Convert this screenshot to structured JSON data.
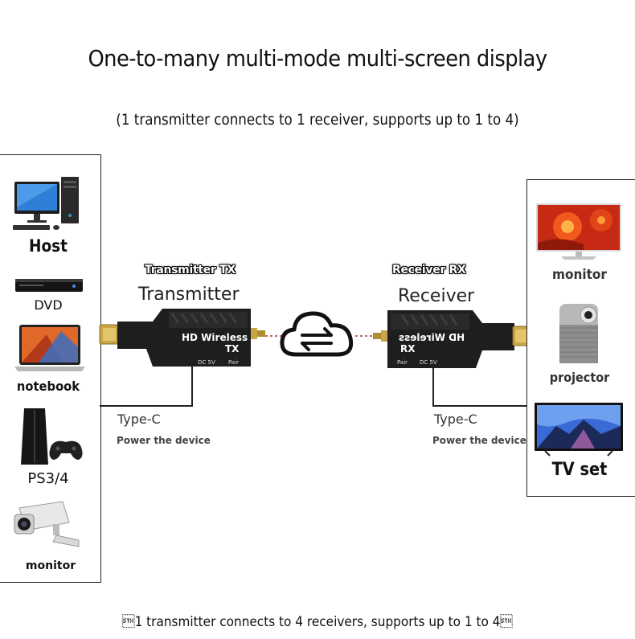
{
  "header": {
    "title": "One-to-many multi-mode multi-screen display",
    "subtitle": "(1 transmitter connects to 1 receiver, supports up to 1 to 4)"
  },
  "sources": {
    "items": [
      {
        "label": "Host",
        "icon": "desktop-computer-icon"
      },
      {
        "label": "DVD",
        "icon": "dvd-player-icon"
      },
      {
        "label": "notebook",
        "icon": "laptop-icon"
      },
      {
        "label": "PS3/4",
        "icon": "game-console-icon"
      },
      {
        "label": "monitor",
        "icon": "security-camera-icon"
      }
    ]
  },
  "transmitter": {
    "tag": "Transmitter TX",
    "label": "Transmitter",
    "device_text_line1": "HD Wireless",
    "device_text_line2": "TX",
    "port_dc": "DC 5V",
    "port_pair": "Pair",
    "typec": "Type-C",
    "power": "Power the device"
  },
  "receiver": {
    "tag": "Receiver RX",
    "label": "Receiver",
    "device_text_line1": "HD Wireless",
    "device_text_line2": "RX",
    "port_dc": "DC 5V",
    "port_pair": "Pair",
    "typec": "Type-C",
    "power": "Power the device"
  },
  "link": {
    "icon": "wireless-cloud-icon"
  },
  "displays": {
    "items": [
      {
        "label": "monitor",
        "icon": "monitor-icon"
      },
      {
        "label": "projector",
        "icon": "projector-icon"
      },
      {
        "label": "TV set",
        "icon": "tv-icon"
      }
    ]
  },
  "footer": {
    "text": "\u00021 transmitter connects to 4 receivers, supports up to 1 to 4\u0002"
  },
  "colors": {
    "device_body": "#1e1e1e",
    "hdmi_gold": "#c9a548",
    "link_dash": "#b03030"
  }
}
